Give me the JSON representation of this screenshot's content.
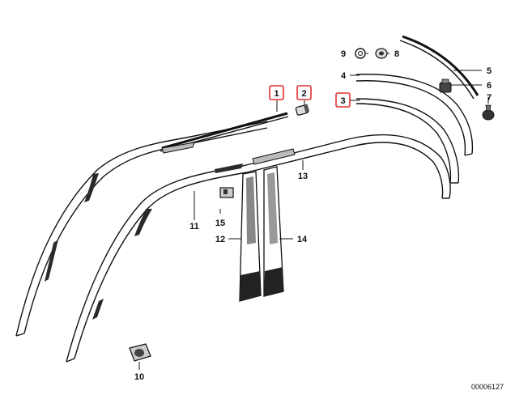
{
  "labels": {
    "p1": "1",
    "p2": "2",
    "p3": "3",
    "p4": "4",
    "p5": "5",
    "p6": "6",
    "p7": "7",
    "p8": "8",
    "p9": "9",
    "p10": "10",
    "p11": "11",
    "p12": "12",
    "p13": "13",
    "p14": "14",
    "p15": "15"
  },
  "highlighted": [
    "1",
    "2",
    "3"
  ],
  "highlight_color": "#e03030",
  "diagram_id": "00006127"
}
